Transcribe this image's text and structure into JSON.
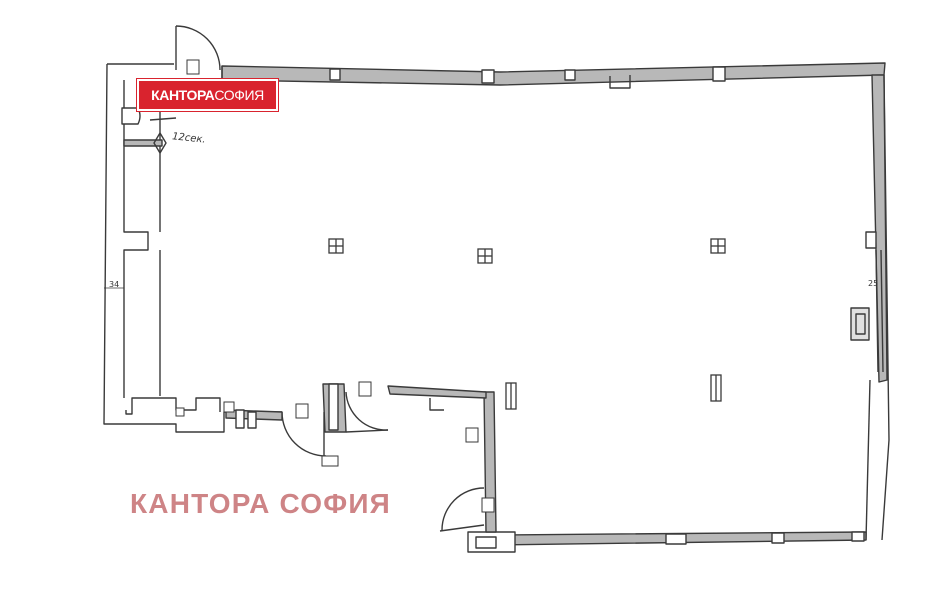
{
  "logo": {
    "word_1": "КАНТОРА",
    "word_2": "СОФИЯ"
  },
  "watermark": {
    "text": "КАНТОРА СОФИЯ"
  },
  "annotations": {
    "radiator_note": "12сек.",
    "dimension_left": "34",
    "dimension_right": "25"
  },
  "colors": {
    "wall_fill": "#b8b8b8",
    "line": "#3a3a3a",
    "logo_background": "#d9232e",
    "watermark": "#c9777a"
  },
  "plan": {
    "columns_count": 5
  }
}
